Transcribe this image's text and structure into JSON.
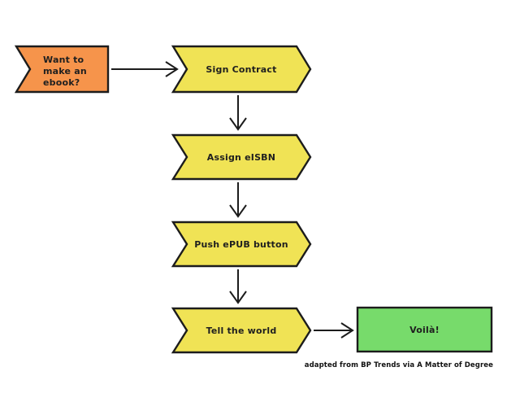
{
  "colors": {
    "background": "#ffffff",
    "start_fill": "#f6944b",
    "step_fill": "#f0e355",
    "end_fill": "#77db6b",
    "outline": "#1c1c1c",
    "text": "#1f1f1f"
  },
  "flowchart": {
    "nodes": {
      "start": {
        "label": "Want to\nmake an\nebook?",
        "shape": "notched-flag",
        "fill": "#f6944b"
      },
      "step1": {
        "label": "Sign Contract",
        "shape": "chevron",
        "fill": "#f0e355"
      },
      "step2": {
        "label": "Assign eISBN",
        "shape": "chevron",
        "fill": "#f0e355"
      },
      "step3": {
        "label": "Push ePUB button",
        "shape": "chevron",
        "fill": "#f0e355"
      },
      "step4": {
        "label": "Tell the world",
        "shape": "chevron",
        "fill": "#f0e355"
      },
      "end": {
        "label": "Voilà!",
        "shape": "rectangle",
        "fill": "#77db6b"
      }
    },
    "edges": [
      {
        "from": "start",
        "to": "step1",
        "direction": "right"
      },
      {
        "from": "step1",
        "to": "step2",
        "direction": "down"
      },
      {
        "from": "step2",
        "to": "step3",
        "direction": "down"
      },
      {
        "from": "step3",
        "to": "step4",
        "direction": "down"
      },
      {
        "from": "step4",
        "to": "end",
        "direction": "right"
      }
    ]
  },
  "caption": "adapted from BP Trends via A Matter of Degree"
}
